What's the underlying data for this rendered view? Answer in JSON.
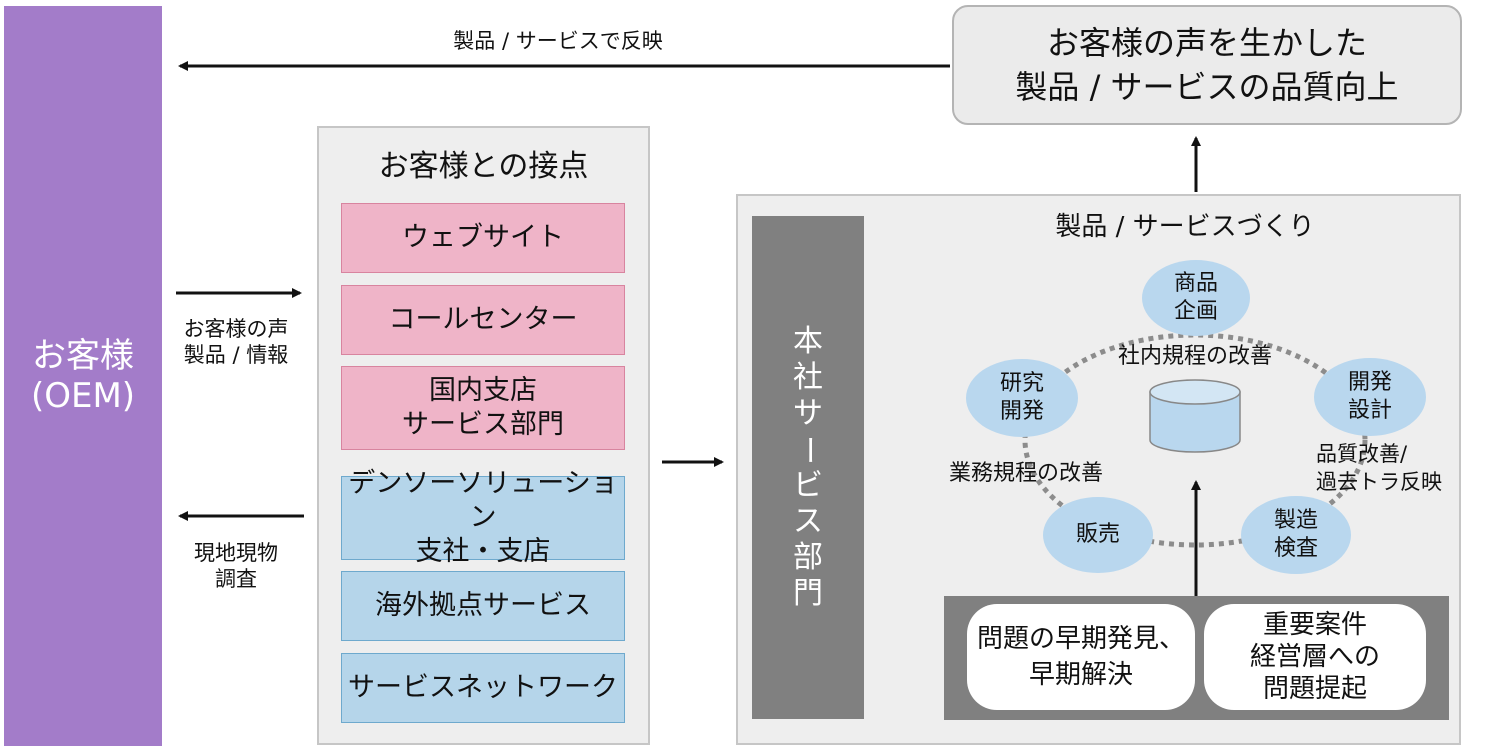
{
  "customer": {
    "line1": "お客様",
    "line2": "(OEM)"
  },
  "top_arrow_label": "製品 / サービスで反映",
  "quality": {
    "line1": "お客様の声を生かした",
    "line2": "製品 / サービスの品質向上"
  },
  "arrow_in_label": {
    "line1": "お客様の声",
    "line2": "製品 / 情報"
  },
  "arrow_out_label": {
    "line1": "現地現物",
    "line2": "調査"
  },
  "touchpoints": {
    "title": "お客様との接点",
    "pink": [
      {
        "line1": "ウェブサイト"
      },
      {
        "line1": "コールセンター"
      },
      {
        "line1": "国内支店",
        "line2": "サービス部門"
      }
    ],
    "blue": [
      {
        "line1": "デンソーソリューション",
        "line2": "支社・支店"
      },
      {
        "line1": "海外拠点サービス"
      },
      {
        "line1": "サービスネットワーク"
      }
    ]
  },
  "honsha": {
    "chars": [
      "本",
      "社",
      "サ",
      "ー",
      "ビ",
      "ス",
      "部",
      "門"
    ]
  },
  "product_making": {
    "title": "製品 / サービスづくり",
    "nodes": {
      "planning": {
        "line1": "商品",
        "line2": "企画"
      },
      "research": {
        "line1": "研究",
        "line2": "開発"
      },
      "design": {
        "line1": "開発",
        "line2": "設計"
      },
      "sales": {
        "line1": "販売"
      },
      "manufacturing": {
        "line1": "製造",
        "line2": "検査"
      }
    },
    "center_label": "社内規程の改善",
    "left_label": "業務規程の改善",
    "right_label": {
      "line1": "品質改善/",
      "line2": "過去トラ反映"
    }
  },
  "bottom": {
    "left": {
      "line1": "問題の早期発見、",
      "line2": "早期解決"
    },
    "right": {
      "line1": "重要案件",
      "line2": "経営層への",
      "line3": "問題提起"
    }
  },
  "colors": {
    "customer": "#a37cc9",
    "pink": "#efb4c8",
    "blue": "#b5d5ea",
    "node": "#b9d7ee",
    "dark_gray": "#808080"
  }
}
